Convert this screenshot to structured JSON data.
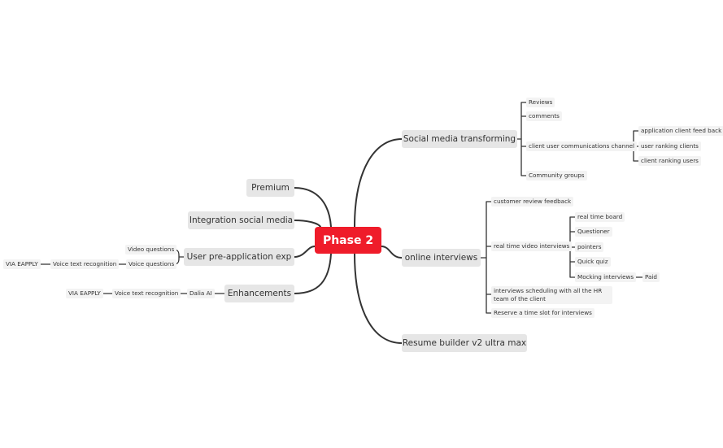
{
  "root": "Phase 2",
  "right": {
    "social": {
      "label": "Social media transforming",
      "children": [
        "Reviews",
        "comments",
        "client user communications channel",
        "Community groups"
      ],
      "channel_children": [
        "application client feed back",
        "user ranking clients",
        "client ranking users"
      ]
    },
    "interviews": {
      "label": "online interviews",
      "children": [
        "customer review feedback",
        "real time video interviews",
        "interviews scheduling with all the HR team of the client",
        "Reserve a time slot for interviews"
      ],
      "video_children": [
        "real time board",
        "Questioner",
        "pointers",
        "Quick quiz",
        "Mocking interviews"
      ],
      "mocking_child": "Paid"
    },
    "resume": {
      "label": "Resume builder v2 ultra max"
    }
  },
  "left": {
    "premium": {
      "label": "Premium"
    },
    "integration": {
      "label": "Integration social media"
    },
    "preapp": {
      "label": "User pre-application exp",
      "children": [
        "Video questions",
        "Voice questions"
      ],
      "voice_chain": [
        "Voice text recognition",
        "VIA EAPPLY"
      ]
    },
    "enhancements": {
      "label": "Enhancements",
      "chain": [
        "Dalia AI",
        "Voice text recognition",
        "VIA EAPPLY"
      ]
    }
  },
  "colors": {
    "root": "#ef1c2a",
    "main_bg": "#e6e6e6",
    "leaf_bg": "#f3f3f3",
    "line": "#333333"
  }
}
